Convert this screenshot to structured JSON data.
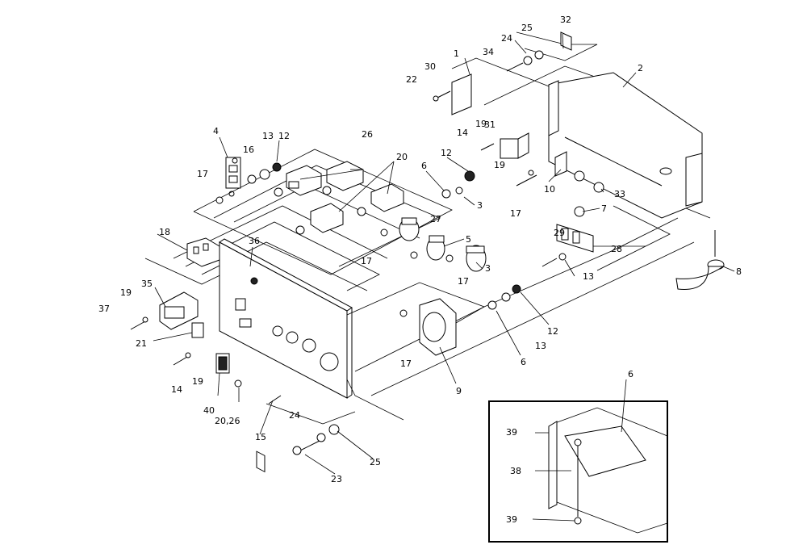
{
  "callouts": [
    {
      "id": "c1",
      "text": "1"
    },
    {
      "id": "c2",
      "text": "2"
    },
    {
      "id": "c3a",
      "text": "3"
    },
    {
      "id": "c3b",
      "text": "3"
    },
    {
      "id": "c4",
      "text": "4"
    },
    {
      "id": "c5",
      "text": "5"
    },
    {
      "id": "c6a",
      "text": "6"
    },
    {
      "id": "c6b",
      "text": "6"
    },
    {
      "id": "c6c",
      "text": "6"
    },
    {
      "id": "c7",
      "text": "7"
    },
    {
      "id": "c8",
      "text": "8"
    },
    {
      "id": "c9",
      "text": "9"
    },
    {
      "id": "c10",
      "text": "10"
    },
    {
      "id": "c12a",
      "text": "12"
    },
    {
      "id": "c12b",
      "text": "12"
    },
    {
      "id": "c12c",
      "text": "12"
    },
    {
      "id": "c13a",
      "text": "13"
    },
    {
      "id": "c13b",
      "text": "13"
    },
    {
      "id": "c13c",
      "text": "13"
    },
    {
      "id": "c14a",
      "text": "14"
    },
    {
      "id": "c14b",
      "text": "14"
    },
    {
      "id": "c15",
      "text": "15"
    },
    {
      "id": "c16",
      "text": "16"
    },
    {
      "id": "c17a",
      "text": "17"
    },
    {
      "id": "c17b",
      "text": "17"
    },
    {
      "id": "c17c",
      "text": "17"
    },
    {
      "id": "c17d",
      "text": "17"
    },
    {
      "id": "c17e",
      "text": "17"
    },
    {
      "id": "c18",
      "text": "18"
    },
    {
      "id": "c19a",
      "text": "19"
    },
    {
      "id": "c19b",
      "text": "19"
    },
    {
      "id": "c19c",
      "text": "19"
    },
    {
      "id": "c19d",
      "text": "19"
    },
    {
      "id": "c20",
      "text": "20"
    },
    {
      "id": "c2026",
      "text": "20,26"
    },
    {
      "id": "c21",
      "text": "21"
    },
    {
      "id": "c22",
      "text": "22"
    },
    {
      "id": "c23",
      "text": "23"
    },
    {
      "id": "c24a",
      "text": "24"
    },
    {
      "id": "c24b",
      "text": "24"
    },
    {
      "id": "c25a",
      "text": "25"
    },
    {
      "id": "c25b",
      "text": "25"
    },
    {
      "id": "c26",
      "text": "26"
    },
    {
      "id": "c27",
      "text": "27"
    },
    {
      "id": "c28",
      "text": "28"
    },
    {
      "id": "c29",
      "text": "29"
    },
    {
      "id": "c30",
      "text": "30"
    },
    {
      "id": "c31",
      "text": "31"
    },
    {
      "id": "c32",
      "text": "32"
    },
    {
      "id": "c33",
      "text": "33"
    },
    {
      "id": "c34",
      "text": "34"
    },
    {
      "id": "c35",
      "text": "35"
    },
    {
      "id": "c36",
      "text": "36"
    },
    {
      "id": "c37",
      "text": "37"
    },
    {
      "id": "c38",
      "text": "38"
    },
    {
      "id": "c39a",
      "text": "39"
    },
    {
      "id": "c39b",
      "text": "39"
    },
    {
      "id": "c40",
      "text": "40"
    }
  ]
}
